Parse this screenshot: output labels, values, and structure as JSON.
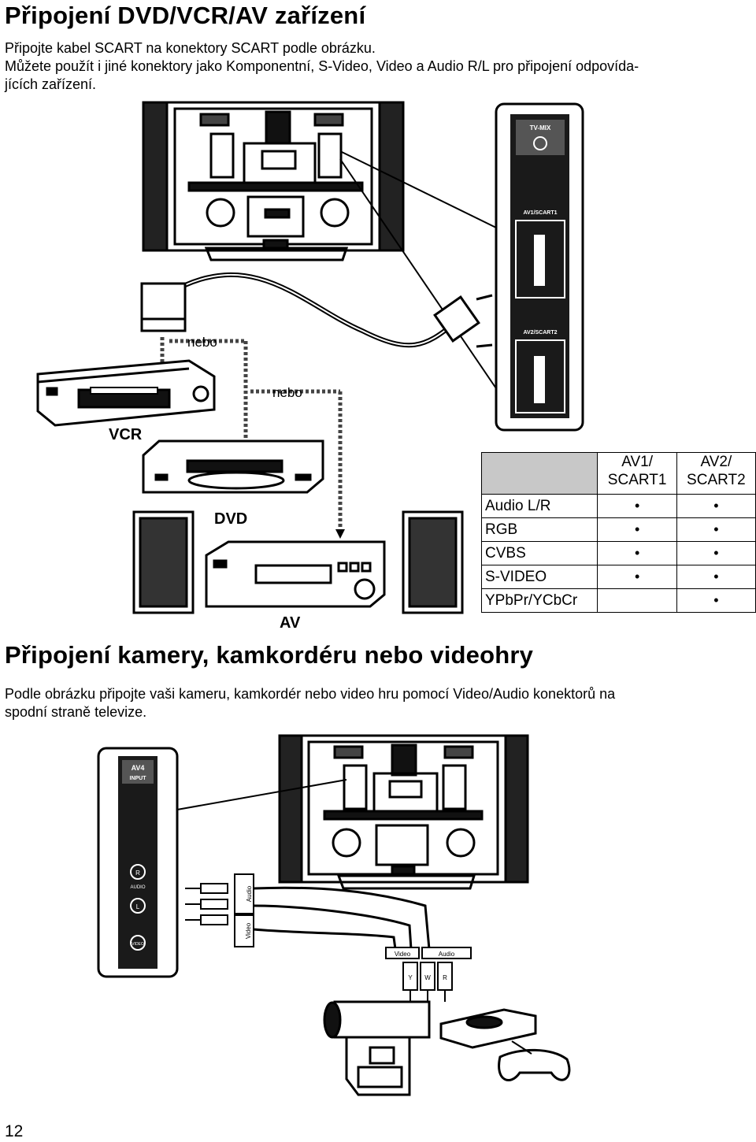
{
  "section1": {
    "title": "Připojení DVD/VCR/AV zařízení",
    "lines": [
      "Připojte kabel SCART na konektory SCART podle obrázku.",
      "Můžete použít i jiné konektory jako Komponentní, S-Video, Video a Audio R/L pro připojení odpovída-",
      "jících zařízení."
    ]
  },
  "diagram1": {
    "panel_labels": [
      "TV-MIX",
      "AV1/SCART1",
      "AV2/SCART2"
    ],
    "nebo1": "nebo",
    "nebo2": "nebo",
    "vcr": "VCR",
    "dvd": "DVD",
    "av": "AV"
  },
  "table": {
    "header": [
      "",
      "AV1/ SCART1",
      "AV2/ SCART2"
    ],
    "header_col1": [
      "AV1/",
      "SCART1"
    ],
    "header_col2": [
      "AV2/",
      "SCART2"
    ],
    "rows": [
      {
        "label": "Audio L/R",
        "av1": "•",
        "av2": "•"
      },
      {
        "label": "RGB",
        "av1": "•",
        "av2": "•"
      },
      {
        "label": "CVBS",
        "av1": "•",
        "av2": "•"
      },
      {
        "label": "S-VIDEO",
        "av1": "•",
        "av2": "•"
      },
      {
        "label": "YPbPr/YCbCr",
        "av1": "",
        "av2": "•"
      }
    ]
  },
  "section2": {
    "title": "Připojení kamery, kamkordéru nebo videohry",
    "lines": [
      "Podle obrázku připojte vaši kameru, kamkordér nebo video hru pomocí Video/Audio konektorů na",
      "spodní straně televize."
    ]
  },
  "diagram2": {
    "panel_top": "AV4",
    "panel_sub": "INPUT",
    "jack_r": "R",
    "audio": "AUDIO",
    "jack_l": "L",
    "video": "VIDEO",
    "cable_audio": "Audio",
    "cable_video": "Video",
    "plug_video_tag": "Video",
    "plug_audio_tag": "Audio",
    "plug_y": "Y",
    "plug_w": "W",
    "plug_r": "R"
  },
  "page_number": "12"
}
